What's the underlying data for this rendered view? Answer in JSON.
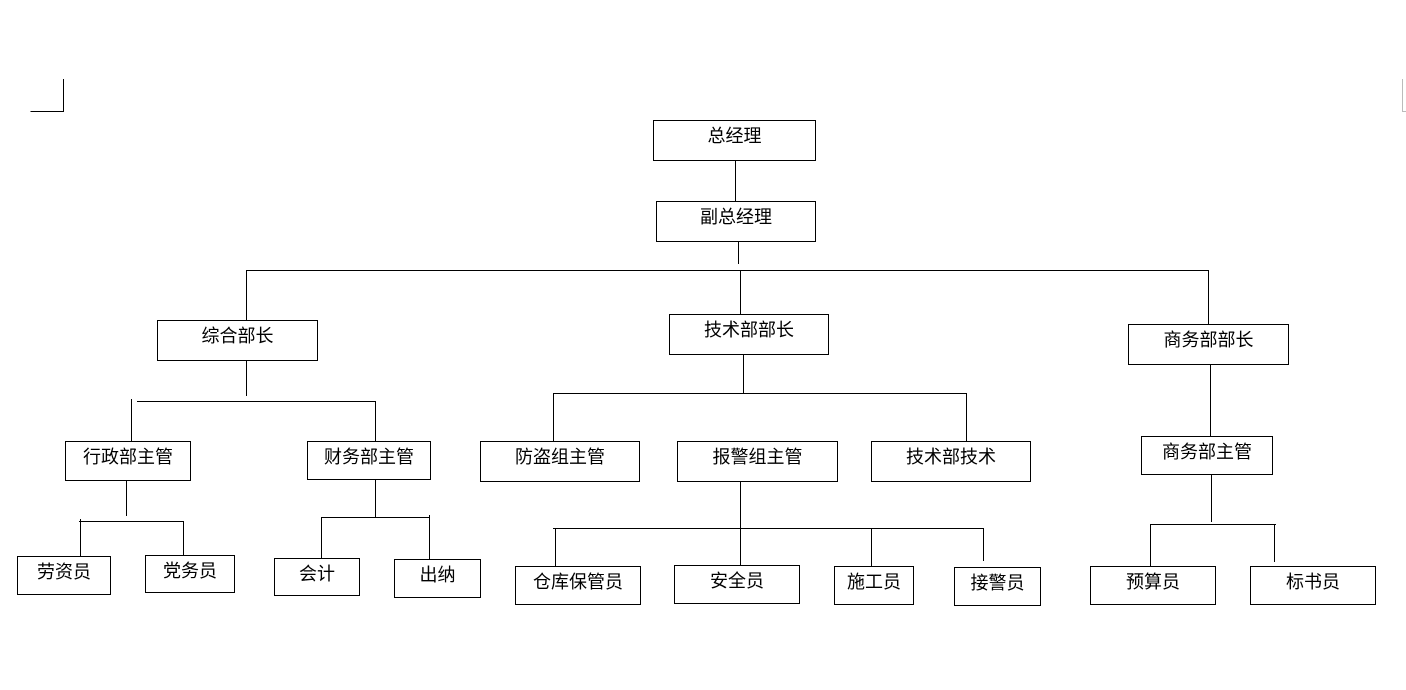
{
  "nodes": {
    "general_manager": "总经理",
    "deputy_general_manager": "副总经理",
    "general_dept_head": "综合部长",
    "tech_dept_head": "技术部部长",
    "business_dept_head": "商务部部长",
    "admin_supervisor": "行政部主管",
    "finance_supervisor": "财务部主管",
    "anti_theft_supervisor": "防盗组主管",
    "alarm_supervisor": "报警组主管",
    "tech_dept_technician": "技术部技术",
    "business_supervisor": "商务部主管",
    "labor_officer": "劳资员",
    "party_officer": "党务员",
    "accountant": "会计",
    "cashier": "出纳",
    "warehouse_keeper": "仓库保管员",
    "safety_officer": "安全员",
    "construction_worker": "施工员",
    "alarm_receiver": "接警员",
    "budget_officer": "预算员",
    "tender_officer": "标书员"
  }
}
